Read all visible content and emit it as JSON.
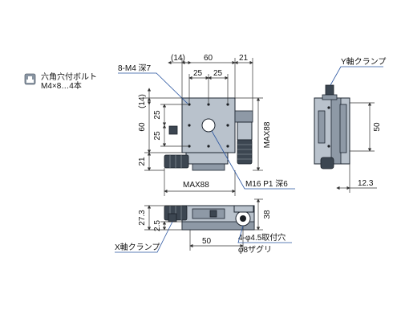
{
  "legend": {
    "icon": "bolt-hole-icon",
    "line1": "六角穴付ボルト",
    "line2": "M4×8…4本"
  },
  "top_view": {
    "label_holes": "8-M4 深7",
    "dim_14_top": "(14)",
    "dim_60_top": "60",
    "dim_21_top": "21",
    "dim_25_top_left": "25",
    "dim_25_top_right": "25",
    "dim_14_left": "(14)",
    "dim_60_left": "60",
    "dim_25_left_upper": "25",
    "dim_25_left_lower": "25",
    "dim_21_left": "21",
    "dim_max88_right": "MAX88",
    "dim_max88_bottom": "MAX88",
    "label_center_hole": "M16 P1 深6"
  },
  "side_view": {
    "label_y_clamp": "Y軸クランプ",
    "dim_50": "50",
    "dim_12_3": "12.3"
  },
  "front_view": {
    "dim_27_3": "27.3",
    "dim_2_5": "2.5",
    "dim_38": "38",
    "dim_50": "50",
    "label_x_clamp": "X軸クランプ",
    "label_mount_holes": "4-φ4.5取付穴",
    "label_counterbore": "φ8ザグリ"
  },
  "colors": {
    "body": "#b9c2cc",
    "dark": "#3c4651",
    "leader": "#2a55a0"
  }
}
